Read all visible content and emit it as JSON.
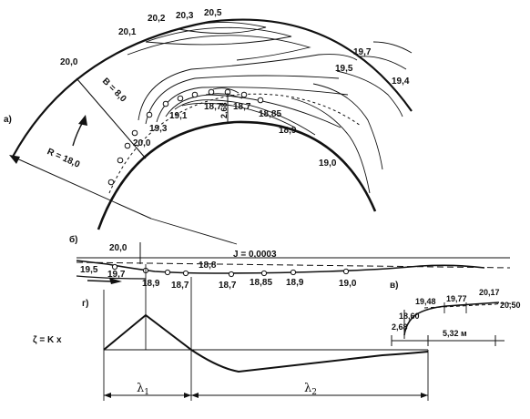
{
  "panels": {
    "a": "а)",
    "b": "б)",
    "v": "в)",
    "g": "г)"
  },
  "outer_levels": [
    "20,0",
    "20,1",
    "20,2",
    "20,3",
    "20,5",
    "19,7",
    "19,5",
    "19,4"
  ],
  "inner_levels": [
    "19,1",
    "19,3",
    "20,0",
    "18,7",
    "18,7",
    "18,85",
    "18,9",
    "19,0"
  ],
  "dimensions": {
    "width": "B = 8,0",
    "radius": "R = 18,0",
    "depth": "2,68"
  },
  "profile": {
    "slope": "J = 0,0003",
    "top_level": "20,0",
    "mid_level": "18,8",
    "levels": [
      "19,5",
      "19,7",
      "18,9",
      "18,7",
      "18,7",
      "18,85",
      "18,9",
      "19,0"
    ]
  },
  "cross_section": {
    "levels": [
      "18,60",
      "19,48",
      "19,77",
      "20,17",
      "20,50"
    ],
    "depth": "2,68",
    "width": "5,32 м"
  },
  "bottom": {
    "formula": "ζ = K x",
    "lambda1": "λ",
    "lambda1_sub": "1",
    "lambda2": "λ",
    "lambda2_sub": "2"
  }
}
